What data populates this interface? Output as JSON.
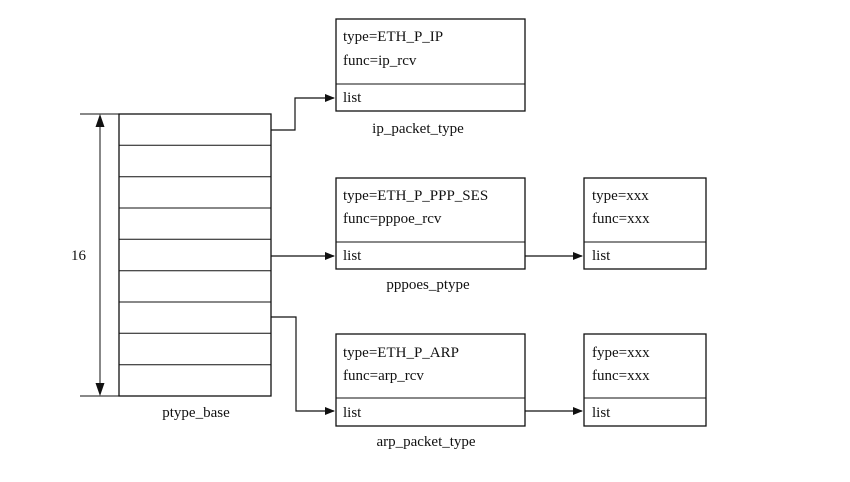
{
  "table": {
    "label": "ptype_base",
    "size_label": "16",
    "slot_count": 9
  },
  "ip_packet_type": {
    "line1": "type=ETH_P_IP",
    "line2": "func=ip_rcv",
    "list": "list",
    "caption": "ip_packet_type"
  },
  "pppoes_ptype": {
    "line1": "type=ETH_P_PPP_SES",
    "line2": "func=pppoe_rcv",
    "list": "list",
    "caption": "pppoes_ptype"
  },
  "pppoes_next": {
    "line1": "type=xxx",
    "line2": "func=xxx",
    "list": "list"
  },
  "arp_packet_type": {
    "line1": "type=ETH_P_ARP",
    "line2": "func=arp_rcv",
    "list": "list",
    "caption": "arp_packet_type"
  },
  "arp_next": {
    "line1": "fype=xxx",
    "line2": "func=xxx",
    "list": "list"
  }
}
